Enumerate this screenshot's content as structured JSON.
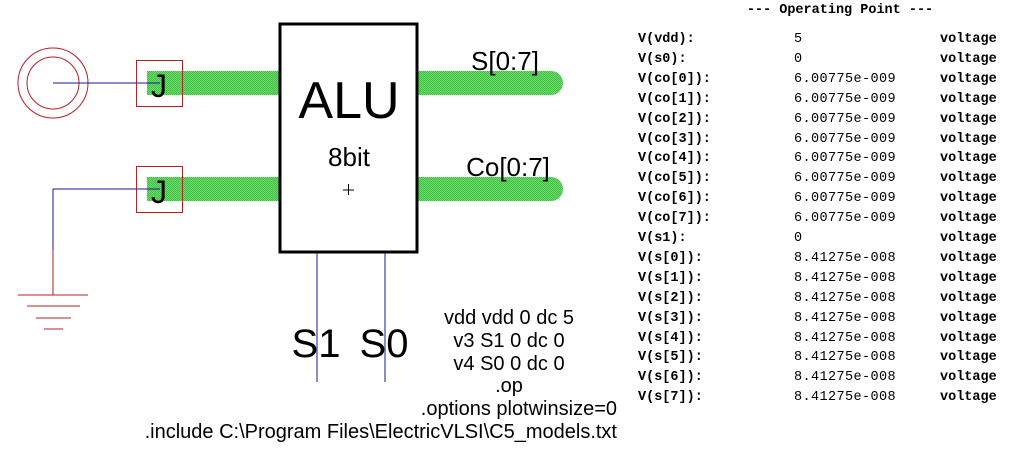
{
  "schematic": {
    "alu": {
      "title": "ALU",
      "subtitle": "8bit"
    },
    "input_ports": [
      {
        "label": "J"
      },
      {
        "label": "J"
      }
    ],
    "output_buses": [
      {
        "label": "S[0:7]"
      },
      {
        "label": "Co[0:7]"
      }
    ],
    "select_labels": {
      "s1": "S1",
      "s0": "S0"
    },
    "spice_directives": [
      "vdd vdd 0 dc 5",
      "v3 S1 0 dc 0",
      "v4 S0 0 dc 0",
      ".op",
      ".options plotwinsize=0",
      ".include C:\\Program Files\\ElectricVLSI\\C5_models.txt"
    ],
    "colors": {
      "bus": "#55d455",
      "wire": "#1a1a8c",
      "component": "#b22222",
      "outline": "#000000"
    },
    "icons": {
      "source": "power-source-icon",
      "ground": "ground-icon",
      "export": "export-pin-icon",
      "center_mark": "crosshair-icon"
    }
  },
  "operating_point": {
    "title": "--- Operating Point ---",
    "rows": [
      {
        "name": "V(vdd):",
        "value": "5",
        "unit": "voltage"
      },
      {
        "name": "V(s0):",
        "value": "0",
        "unit": "voltage"
      },
      {
        "name": "V(co[0]):",
        "value": "6.00775e-009",
        "unit": "voltage"
      },
      {
        "name": "V(co[1]):",
        "value": "6.00775e-009",
        "unit": "voltage"
      },
      {
        "name": "V(co[2]):",
        "value": "6.00775e-009",
        "unit": "voltage"
      },
      {
        "name": "V(co[3]):",
        "value": "6.00775e-009",
        "unit": "voltage"
      },
      {
        "name": "V(co[4]):",
        "value": "6.00775e-009",
        "unit": "voltage"
      },
      {
        "name": "V(co[5]):",
        "value": "6.00775e-009",
        "unit": "voltage"
      },
      {
        "name": "V(co[6]):",
        "value": "6.00775e-009",
        "unit": "voltage"
      },
      {
        "name": "V(co[7]):",
        "value": "6.00775e-009",
        "unit": "voltage"
      },
      {
        "name": "V(s1):",
        "value": "0",
        "unit": "voltage"
      },
      {
        "name": "V(s[0]):",
        "value": "8.41275e-008",
        "unit": "voltage"
      },
      {
        "name": "V(s[1]):",
        "value": "8.41275e-008",
        "unit": "voltage"
      },
      {
        "name": "V(s[2]):",
        "value": "8.41275e-008",
        "unit": "voltage"
      },
      {
        "name": "V(s[3]):",
        "value": "8.41275e-008",
        "unit": "voltage"
      },
      {
        "name": "V(s[4]):",
        "value": "8.41275e-008",
        "unit": "voltage"
      },
      {
        "name": "V(s[5]):",
        "value": "8.41275e-008",
        "unit": "voltage"
      },
      {
        "name": "V(s[6]):",
        "value": "8.41275e-008",
        "unit": "voltage"
      },
      {
        "name": "V(s[7]):",
        "value": "8.41275e-008",
        "unit": "voltage"
      }
    ]
  }
}
